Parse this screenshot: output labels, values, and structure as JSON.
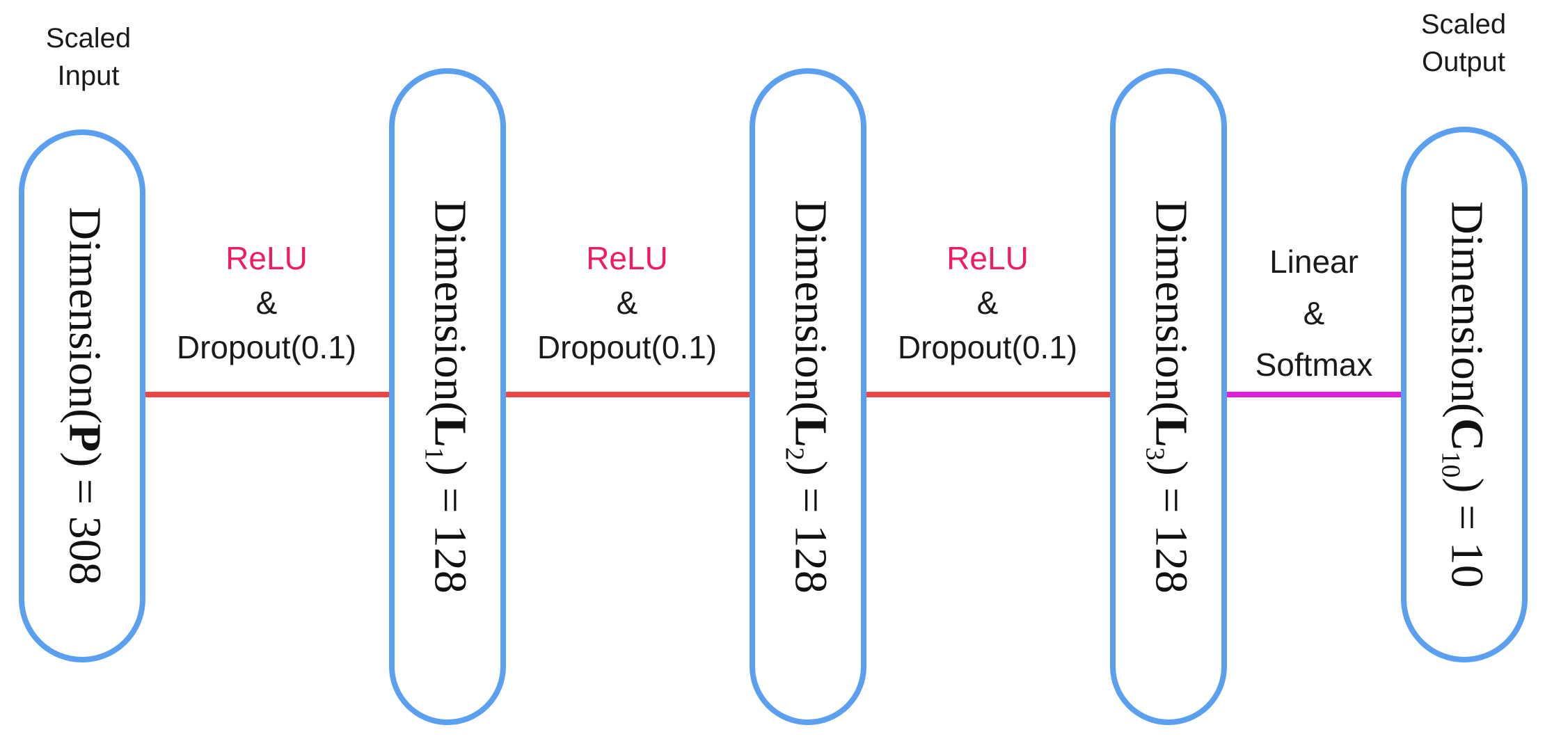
{
  "input_caption": [
    "Scaled",
    "Input"
  ],
  "output_caption": [
    "Scaled",
    "Output"
  ],
  "colors": {
    "node_border": "#5b9ff0",
    "relu_edge": "#ef4444",
    "softmax_edge": "#e11fdc",
    "relu_text": "#ee1c62"
  },
  "nodes": [
    {
      "prefix": "Dimension(",
      "symbol": "P",
      "sub": "",
      "suffix": ") = 308"
    },
    {
      "prefix": "Dimension(",
      "symbol": "L",
      "sub": "1",
      "suffix": ") = 128"
    },
    {
      "prefix": "Dimension(",
      "symbol": "L",
      "sub": "2",
      "suffix": ") = 128"
    },
    {
      "prefix": "Dimension(",
      "symbol": "L",
      "sub": "3",
      "suffix": ") = 128"
    },
    {
      "prefix": "Dimension(",
      "symbol": "C",
      "sub": "10",
      "suffix": ") = 10"
    }
  ],
  "edges": [
    {
      "activation": "ReLU",
      "connector": "&",
      "regularization": "Dropout(0.1)"
    },
    {
      "activation": "ReLU",
      "connector": "&",
      "regularization": "Dropout(0.1)"
    },
    {
      "activation": "ReLU",
      "connector": "&",
      "regularization": "Dropout(0.1)"
    },
    {
      "activation": "Linear",
      "connector": "&",
      "regularization": "Softmax"
    }
  ]
}
